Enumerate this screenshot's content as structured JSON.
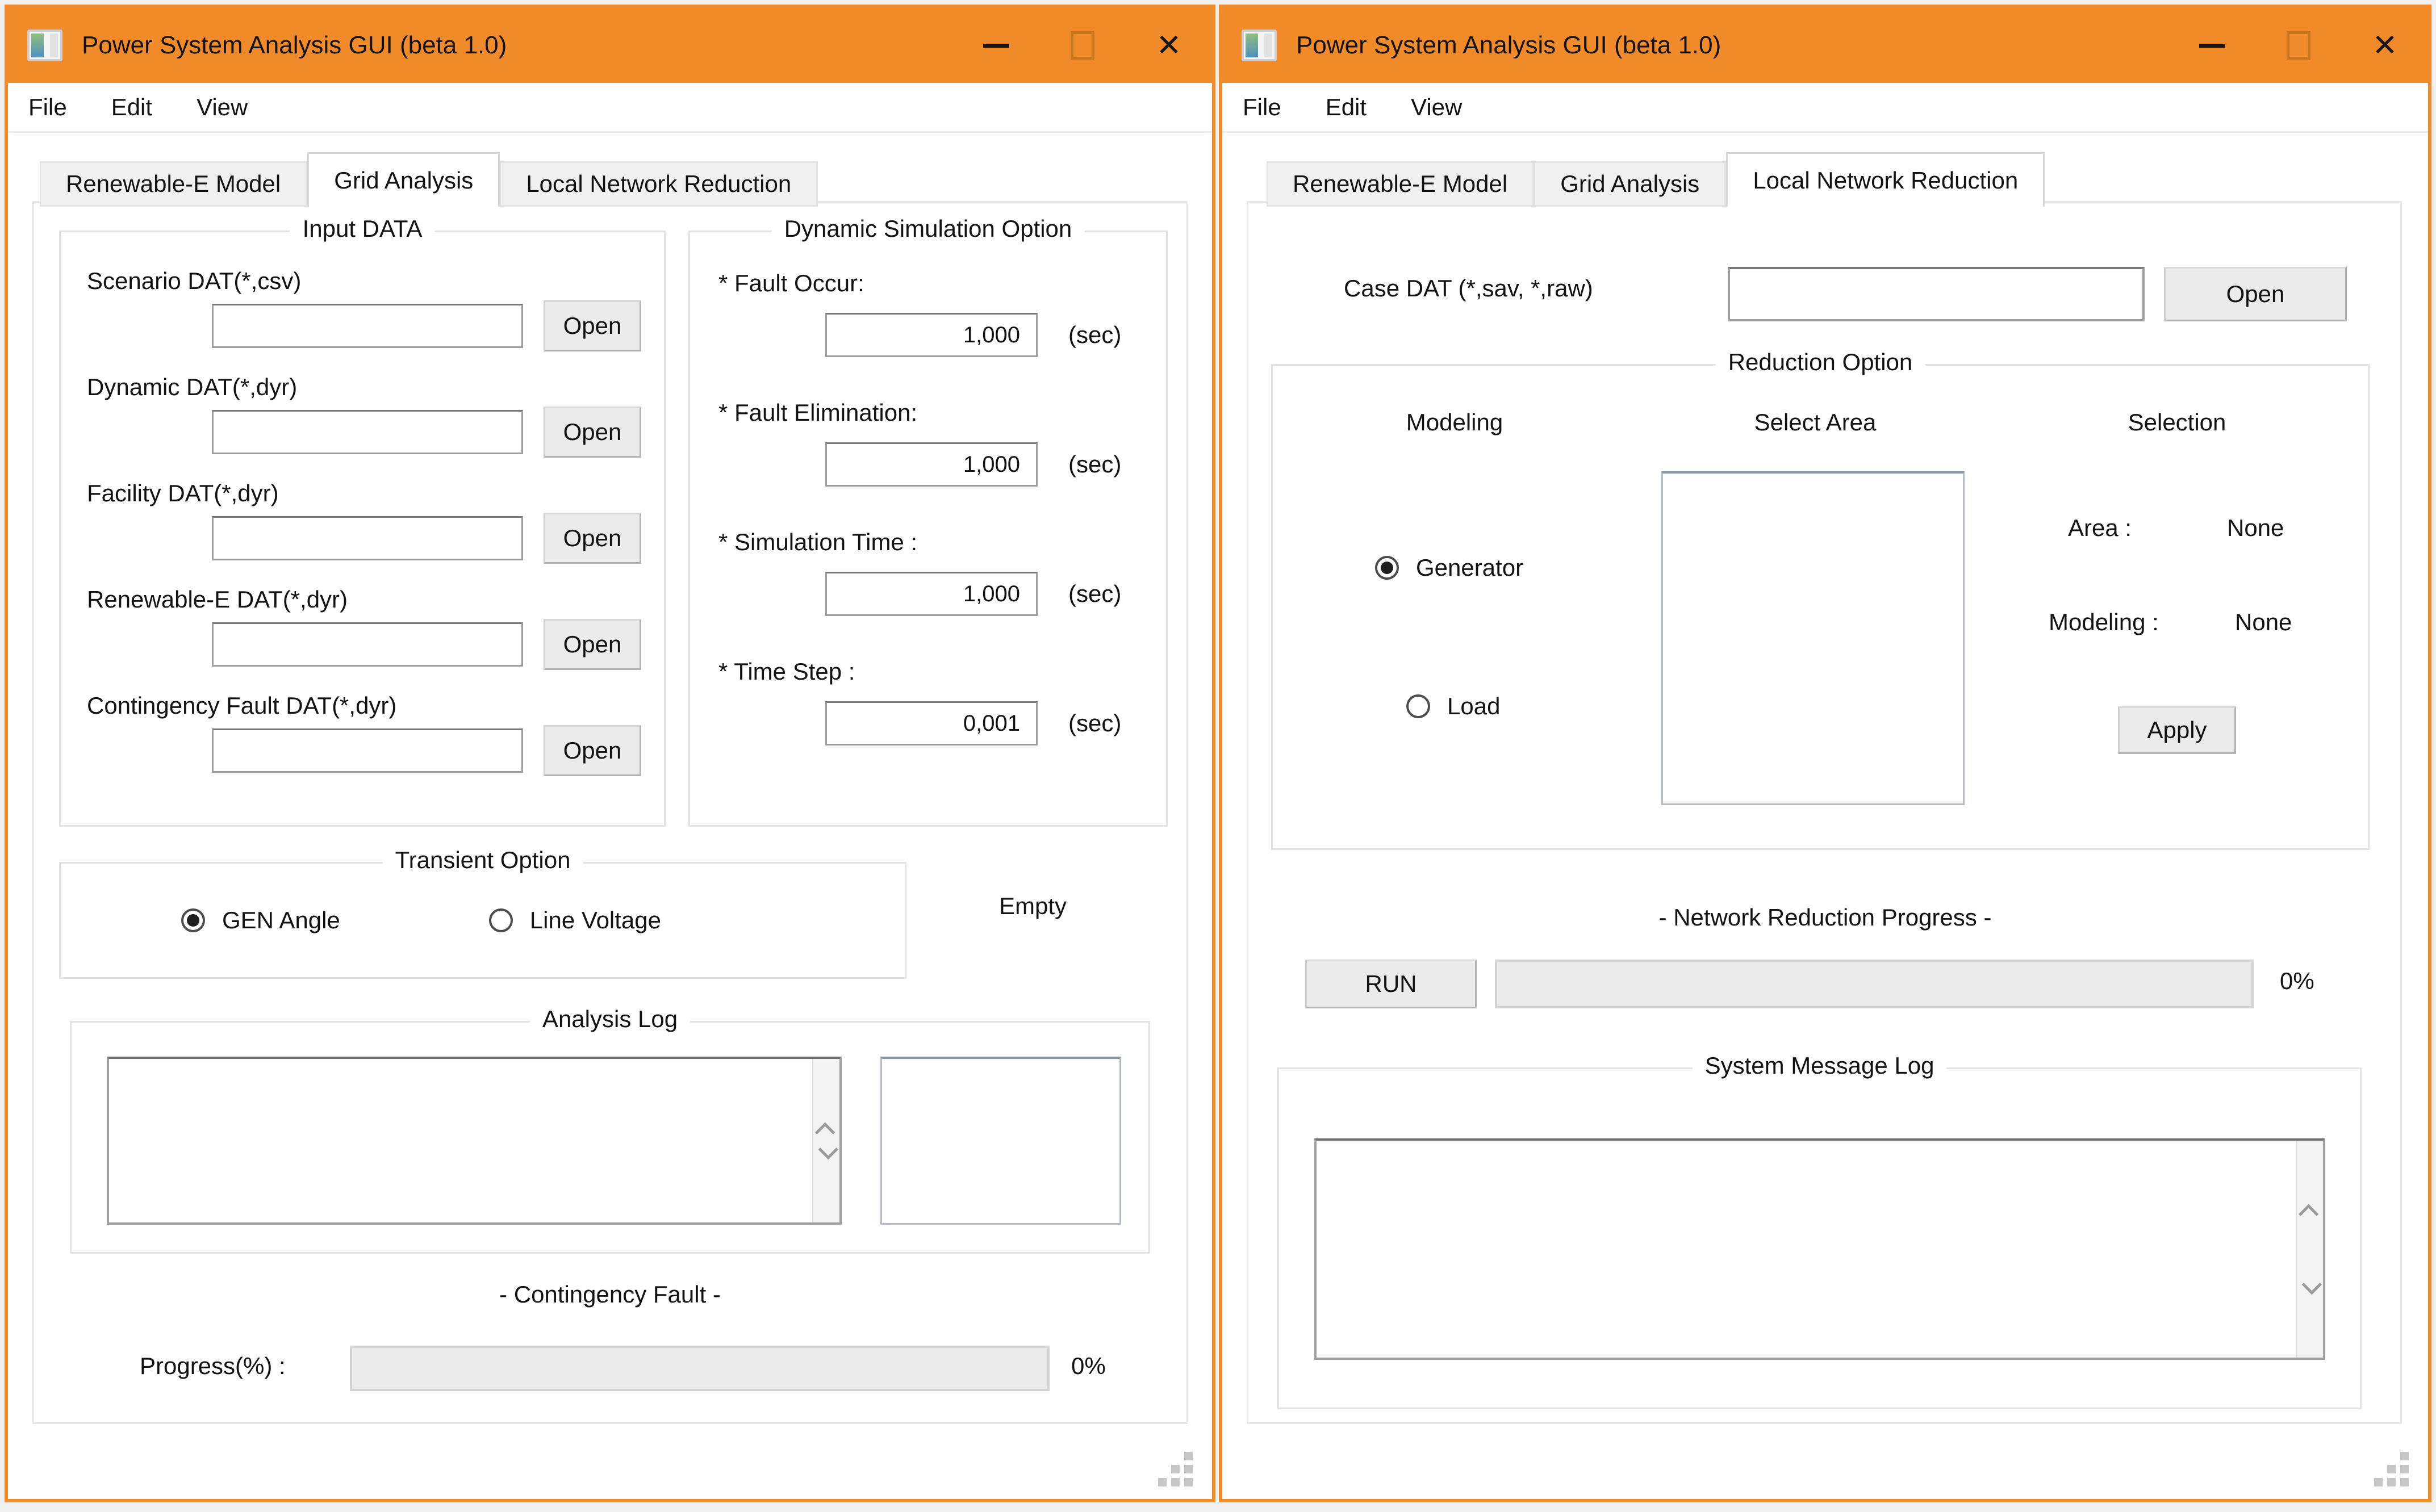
{
  "colors": {
    "titlebar_orange": "#f18a29",
    "window_border_orange": "#f18a29"
  },
  "left_window": {
    "title": "Power System Analysis GUI (beta 1.0)",
    "window_controls": {
      "close_glyph": "✕"
    },
    "menu": [
      "File",
      "Edit",
      "View"
    ],
    "tabs": [
      "Renewable-E Model",
      "Grid Analysis",
      "Local Network Reduction"
    ],
    "active_tab": "Grid Analysis",
    "input_data": {
      "title": "Input DATA",
      "rows": [
        {
          "label": "Scenario DAT(*,csv)",
          "value": "",
          "button": "Open"
        },
        {
          "label": "Dynamic DAT(*,dyr)",
          "value": "",
          "button": "Open"
        },
        {
          "label": "Facility DAT(*,dyr)",
          "value": "",
          "button": "Open"
        },
        {
          "label": "Renewable-E DAT(*,dyr)",
          "value": "",
          "button": "Open"
        },
        {
          "label": "Contingency Fault DAT(*,dyr)",
          "value": "",
          "button": "Open"
        }
      ]
    },
    "dynamic_simulation_option": {
      "title": "Dynamic Simulation Option",
      "rows": [
        {
          "label": "* Fault Occur:",
          "value": "1,000",
          "unit": "(sec)"
        },
        {
          "label": "* Fault Elimination:",
          "value": "1,000",
          "unit": "(sec)"
        },
        {
          "label": "* Simulation Time :",
          "value": "1,000",
          "unit": "(sec)"
        },
        {
          "label": "* Time Step :",
          "value": "0,001",
          "unit": "(sec)"
        }
      ]
    },
    "transient_option": {
      "title": "Transient Option",
      "options": [
        {
          "label": "GEN Angle",
          "selected": true
        },
        {
          "label": "Line Voltage",
          "selected": false
        }
      ]
    },
    "empty_label": "Empty",
    "analysis_log": {
      "title": "Analysis Log",
      "log_text": "",
      "side_text": ""
    },
    "contingency_fault": {
      "title": "- Contingency Fault -",
      "progress_label": "Progress(%) :",
      "percent": "0%"
    }
  },
  "right_window": {
    "title": "Power System Analysis GUI (beta 1.0)",
    "window_controls": {
      "close_glyph": "✕"
    },
    "menu": [
      "File",
      "Edit",
      "View"
    ],
    "tabs": [
      "Renewable-E Model",
      "Grid Analysis",
      "Local Network Reduction"
    ],
    "active_tab": "Local Network Reduction",
    "case_dat": {
      "label": "Case DAT (*,sav, *,raw)",
      "value": "",
      "button": "Open"
    },
    "reduction_option": {
      "title": "Reduction Option",
      "columns": [
        "Modeling",
        "Select Area",
        "Selection"
      ],
      "modeling_radios": [
        {
          "label": "Generator",
          "selected": true
        },
        {
          "label": "Load",
          "selected": false
        }
      ],
      "selection": {
        "area_label": "Area :",
        "area_value": "None",
        "modeling_label": "Modeling :",
        "modeling_value": "None",
        "apply_label": "Apply"
      }
    },
    "network_reduction": {
      "title": "- Network Reduction Progress -",
      "run_label": "RUN",
      "percent": "0%"
    },
    "system_message_log": {
      "title": "System Message Log",
      "log_text": ""
    }
  }
}
